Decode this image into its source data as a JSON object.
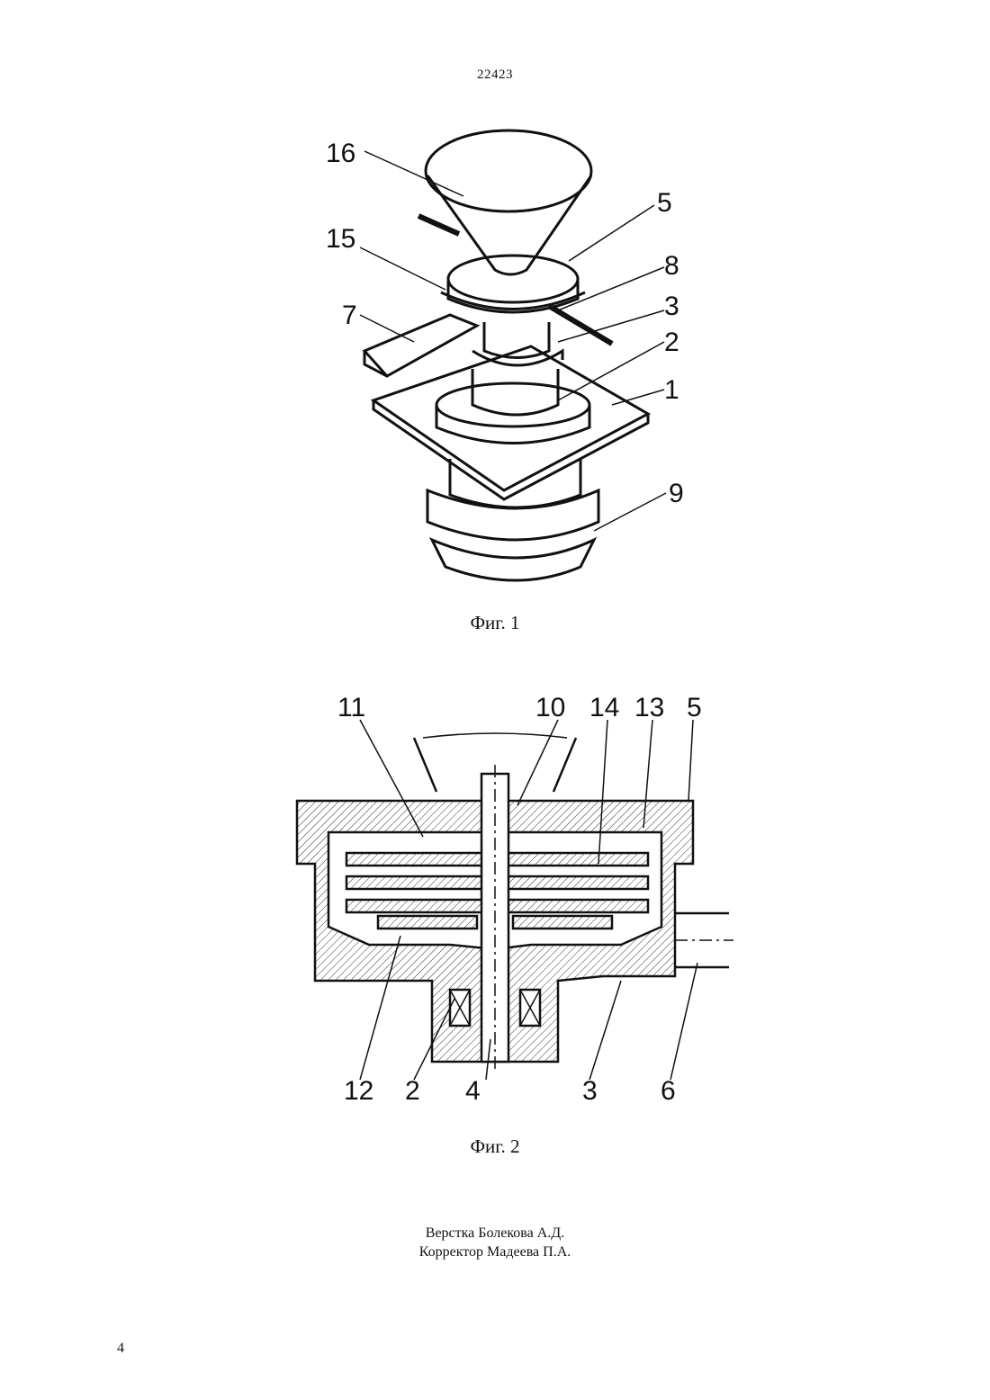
{
  "header": {
    "doc_number": "22423"
  },
  "figure1": {
    "caption": "Фиг. 1",
    "labels": [
      "16",
      "5",
      "8",
      "15",
      "3",
      "7",
      "2",
      "1",
      "9"
    ]
  },
  "figure2": {
    "caption": "Фиг. 2",
    "top_labels": [
      "11",
      "10",
      "14",
      "13",
      "5"
    ],
    "bottom_labels": [
      "12",
      "2",
      "4",
      "3",
      "6"
    ]
  },
  "footer": {
    "line1": "Верстка Болекова А.Д.",
    "line2": "Корректор Мадеева П.А."
  },
  "page_number": "4"
}
